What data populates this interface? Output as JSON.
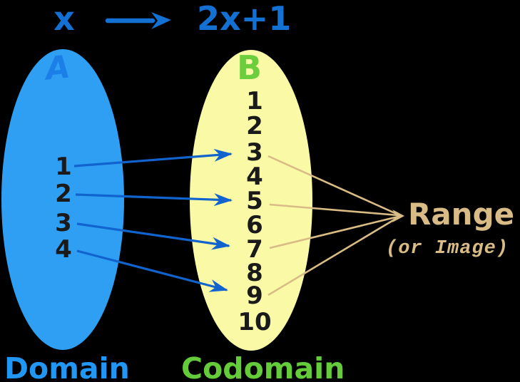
{
  "title": {
    "input": "x",
    "output": "2x+1"
  },
  "sets": {
    "a": {
      "label": "A",
      "elements": [
        "1",
        "2",
        "3",
        "4"
      ]
    },
    "b": {
      "label": "B",
      "elements": [
        "1",
        "2",
        "3",
        "4",
        "5",
        "6",
        "7",
        "8",
        "9",
        "10"
      ]
    }
  },
  "captions": {
    "domain": "Domain",
    "codomain": "Codomain",
    "range": "Range",
    "range_sub": "(or Image)"
  },
  "mappings": [
    {
      "from": "1",
      "to": "3"
    },
    {
      "from": "2",
      "to": "5"
    },
    {
      "from": "3",
      "to": "7"
    },
    {
      "from": "4",
      "to": "9"
    }
  ],
  "range_elements": [
    "3",
    "5",
    "7",
    "9"
  ],
  "colors": {
    "background": "#000000",
    "title": "#1371D4",
    "set_a_fill": "#2E9FF3",
    "set_a_label": "#1B7FE8",
    "set_b_fill": "#FAFAA6",
    "set_b_label": "#6CCE3C",
    "arrow": "#1163CE",
    "domain_caption": "#2196F3",
    "codomain_caption": "#64CC3A",
    "range": "#D9BC85",
    "numbers": "#1A1A1A"
  }
}
